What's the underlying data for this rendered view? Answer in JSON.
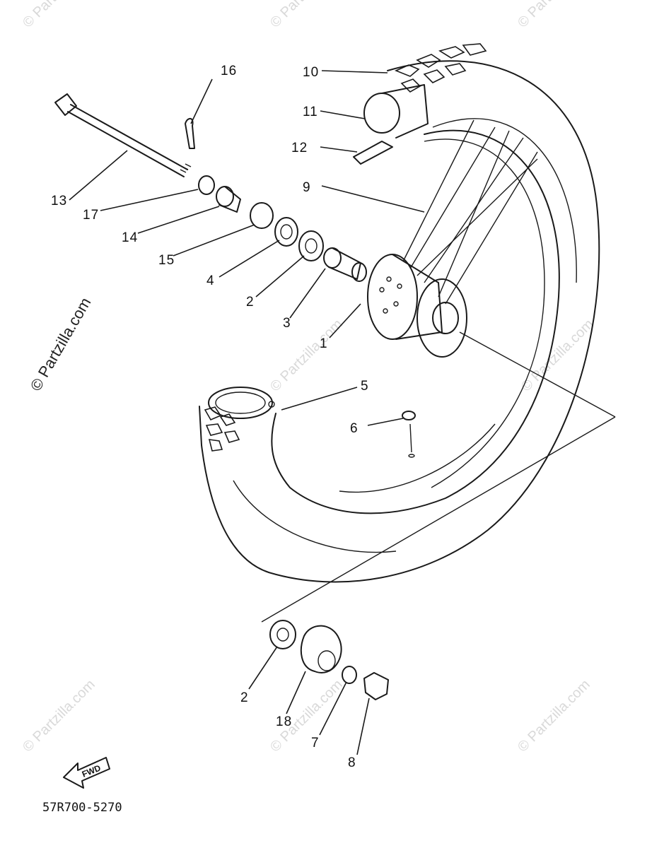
{
  "watermark": "© Partzilla.com",
  "diagram_code": "57R700-5270",
  "fwd_label": "FWD",
  "callouts": [
    {
      "id": "c1",
      "label": "1"
    },
    {
      "id": "c2",
      "label": "2"
    },
    {
      "id": "c2b",
      "label": "2"
    },
    {
      "id": "c3",
      "label": "3"
    },
    {
      "id": "c4",
      "label": "4"
    },
    {
      "id": "c5",
      "label": "5"
    },
    {
      "id": "c6",
      "label": "6"
    },
    {
      "id": "c7",
      "label": "7"
    },
    {
      "id": "c8",
      "label": "8"
    },
    {
      "id": "c9",
      "label": "9"
    },
    {
      "id": "c10",
      "label": "10"
    },
    {
      "id": "c11",
      "label": "11"
    },
    {
      "id": "c12",
      "label": "12"
    },
    {
      "id": "c13",
      "label": "13"
    },
    {
      "id": "c14",
      "label": "14"
    },
    {
      "id": "c15",
      "label": "15"
    },
    {
      "id": "c16",
      "label": "16"
    },
    {
      "id": "c17",
      "label": "17"
    },
    {
      "id": "c18",
      "label": "18"
    }
  ]
}
